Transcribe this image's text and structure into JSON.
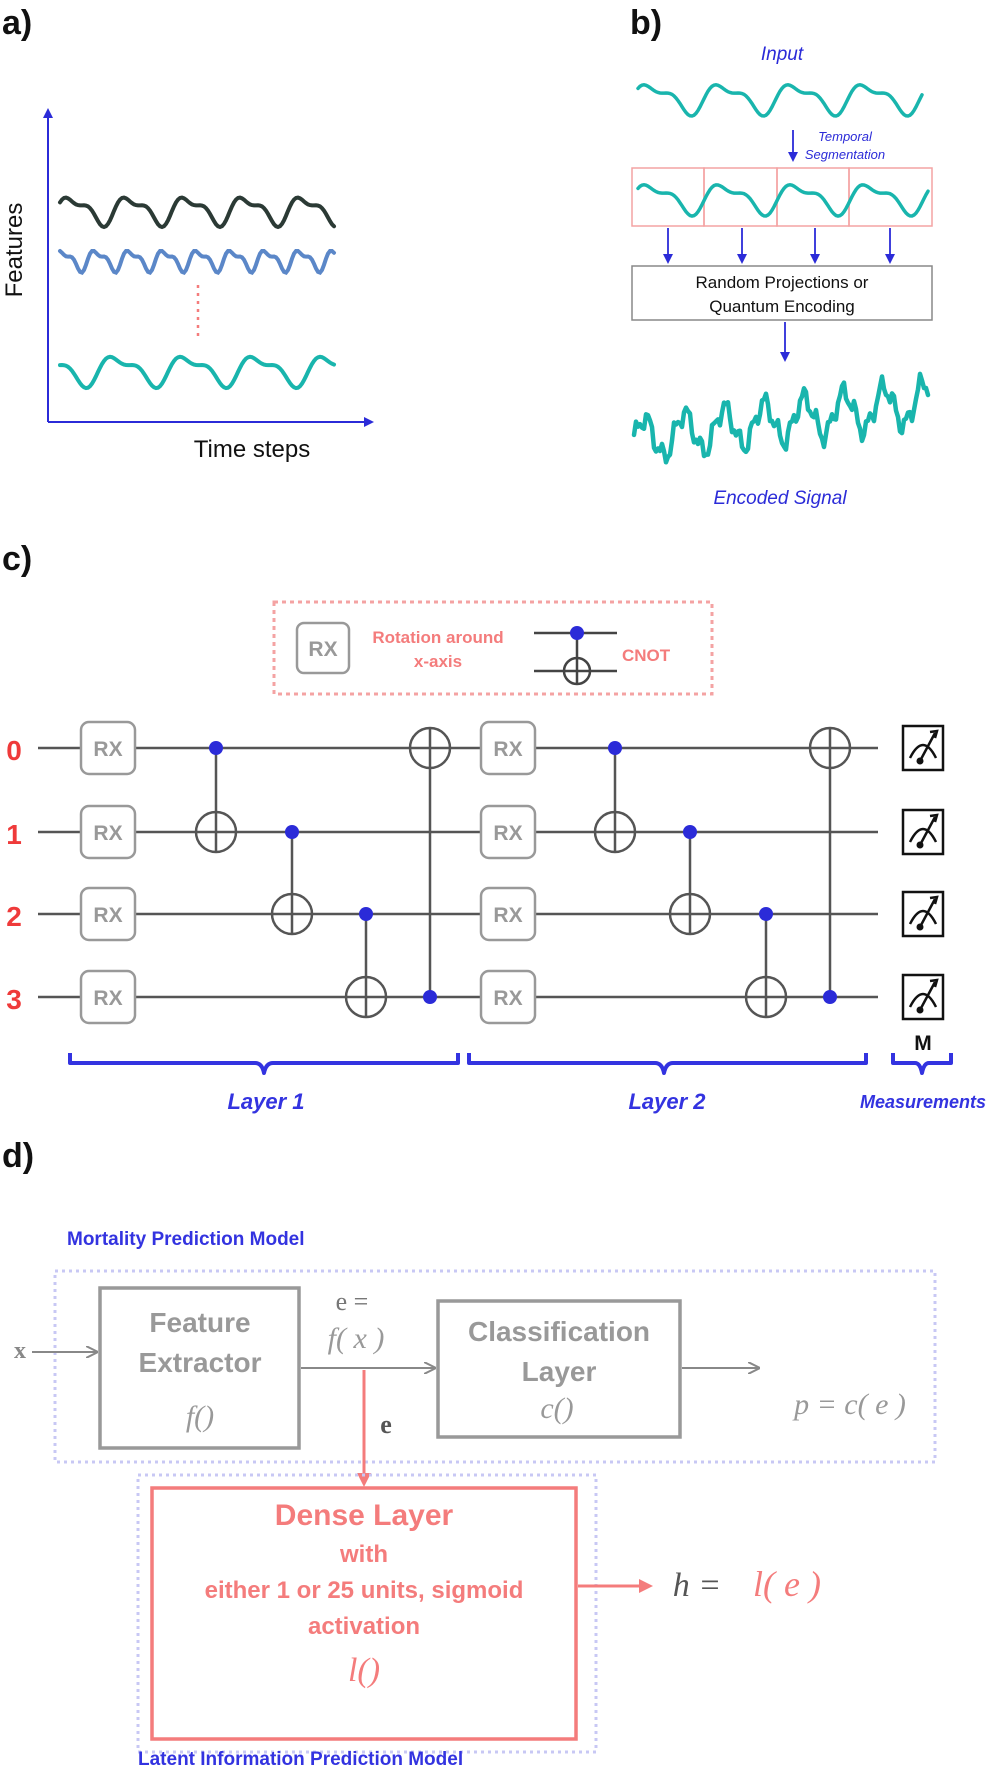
{
  "panels": {
    "a": {
      "label": "a)",
      "y_label": "Features",
      "x_label": "Time steps"
    },
    "b": {
      "label": "b)",
      "input_label": "Input",
      "segmentation_label_line1": "Temporal",
      "segmentation_label_line2": "Segmentation",
      "encoding_line1": "Random Projections or",
      "encoding_line2": "Quantum Encoding",
      "output_label": "Encoded Signal"
    },
    "c": {
      "label": "c)",
      "legend": {
        "gate_text": "RX",
        "rotation_line1": "Rotation around",
        "rotation_line2": "x-axis",
        "cnot": "CNOT"
      },
      "qubits": [
        "0",
        "1",
        "2",
        "3"
      ],
      "gate_text": "RX",
      "measure_text": "M",
      "layer1": "Layer 1",
      "layer2": "Layer 2",
      "measurements": "Measurements"
    },
    "d": {
      "label": "d)",
      "mortality_title": "Mortality Prediction Model",
      "latent_title": "Latent Information Prediction Model",
      "input_x": "x",
      "feature_line1": "Feature",
      "feature_line2": "Extractor",
      "feature_fn": "f()",
      "e_eq_line1": "e =",
      "e_eq_line2": "f( x )",
      "classification_line1": "Classification",
      "classification_line2": "Layer",
      "classification_fn": "c()",
      "p_eq": "p = c( e )",
      "e_label": "e",
      "dense_line1": "Dense Layer",
      "dense_line2": "with",
      "dense_line3": "either 1 or 25 units, sigmoid",
      "dense_line4": "activation",
      "dense_fn": "l()",
      "h_eq_lhs": "h =",
      "h_eq_rhs": "l( e )"
    }
  },
  "colors": {
    "blue": "#2b2bd8",
    "teal": "#19b5ad",
    "red": "#ef3a3a",
    "pink": "#f47c7c",
    "gray": "#888888",
    "dark": "#333333"
  }
}
